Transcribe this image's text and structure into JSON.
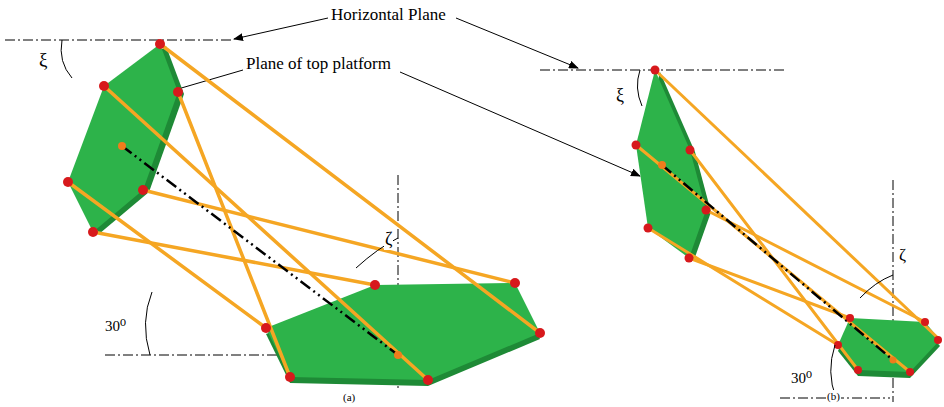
{
  "diagram": {
    "labels": [
      "Horizontal Plane",
      "ξ",
      "Plane of top platform",
      "ζ",
      "30⁰",
      "(a)",
      "ξ",
      "ζ",
      "30⁰",
      "(b)"
    ]
  }
}
